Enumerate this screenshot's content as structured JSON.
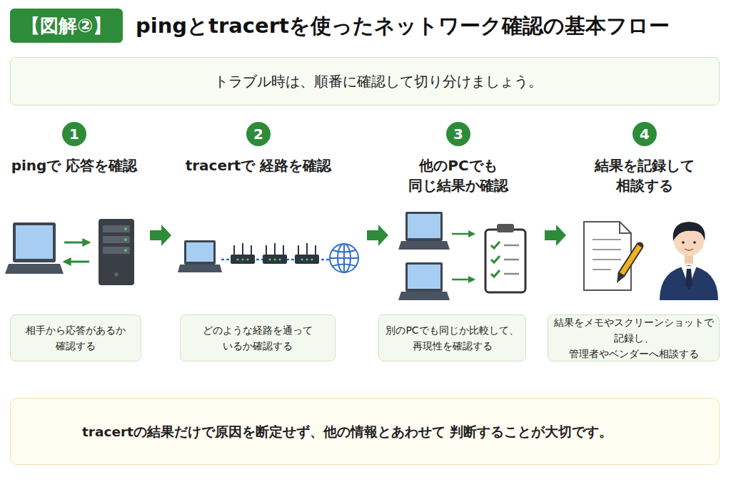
{
  "diagram": {
    "title": "pingとtracertを使ったネットワーク確認の基本フロー",
    "nodes": [
      {
        "text": [
          "【図解②】"
        ]
      },
      {
        "text": [
          "トラブル時は、順番に確認して切り分けましょう。"
        ]
      },
      {
        "text": [
          "1"
        ]
      },
      {
        "text": [
          "2"
        ]
      },
      {
        "text": [
          "3"
        ]
      },
      {
        "text": [
          "4"
        ]
      },
      {
        "text": [
          "相手から応答があるか 確認する"
        ]
      },
      {
        "text": [
          "どのような経路を通って いるか確認する"
        ]
      },
      {
        "text": [
          "別のPCでも同じか比較して、 再現性を確認する"
        ]
      },
      {
        "text": [
          "結果をメモやスクリーンショットで 記録し、管理者やベンダーへ相談する"
        ]
      },
      {
        "text": [
          "tracertの結果だけで原因を断定せず、他の情報とあわせて 判断することが大切です。"
        ]
      }
    ],
    "labels": [
      "pingで 応答を確認",
      "tracertで 経路を確認",
      "他のPCでも 同じ結果か確認",
      "結果を記録して 相談する"
    ]
  }
}
